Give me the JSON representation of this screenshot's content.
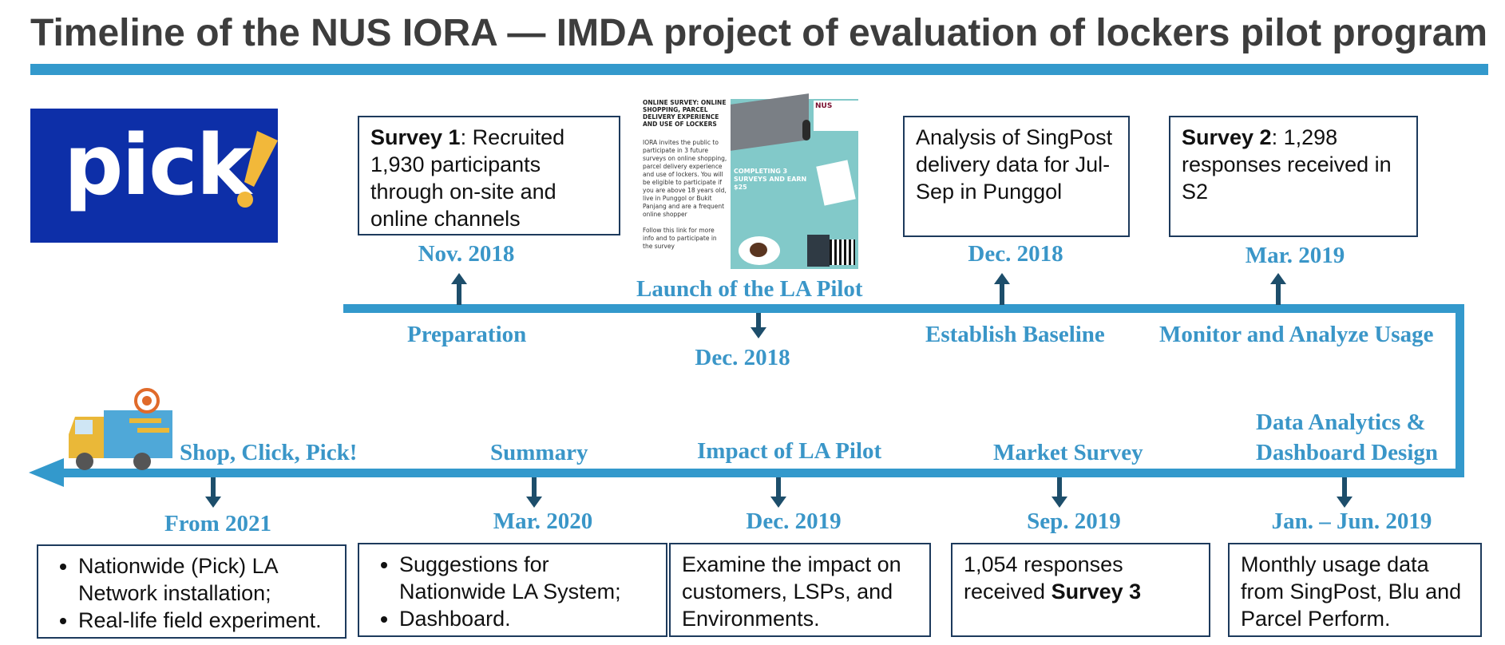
{
  "title": "Timeline of the NUS IORA — IMDA project of evaluation of lockers pilot program",
  "logo": {
    "text": "pick"
  },
  "colors": {
    "accent": "#3399cc",
    "stage_text": "#3a96c8",
    "logo_bg": "#0d2fa8",
    "logo_mark": "#f2b83a",
    "box_border": "#1d3a5c",
    "tick": "#1d4e6b"
  },
  "top_events": [
    {
      "box_bold": "Survey 1",
      "box_text": ": Recruited 1,930 participants through on-site and online channels",
      "date": "Nov. 2018",
      "stage": "Preparation"
    },
    {
      "stage": "Launch of the LA Pilot",
      "date": "Dec. 2018"
    },
    {
      "box_text": "Analysis of SingPost delivery data for Jul-Sep in Punggol",
      "date": "Dec. 2018",
      "stage": "Establish Baseline"
    },
    {
      "box_bold": "Survey 2",
      "box_text": ": 1,298 responses  received in S2",
      "date": "Mar. 2019",
      "stage": "Monitor and Analyze Usage"
    }
  ],
  "poster": {
    "heading": "ONLINE SURVEY: ONLINE SHOPPING, PARCEL DELIVERY EXPERIENCE AND USE OF LOCKERS",
    "body": "IORA invites the public to participate in 3 future surveys on online shopping, parcel delivery experience and use of lockers. You will be eligible to participate if you are above 18 years old, live in Punggol or Bukit Panjang and are a frequent online shopper",
    "footer": "Follow this link for more info and to participate in the survey",
    "badge": "NUS",
    "banner": "COMPLETING 3 SURVEYS AND EARN $25"
  },
  "bottom_events": [
    {
      "stage": "Shop, Click, Pick!",
      "date": "From 2021",
      "bullets": [
        "Nationwide (Pick) LA Network installation;",
        "Real-life field experiment."
      ]
    },
    {
      "stage": "Summary",
      "date": "Mar. 2020",
      "bullets": [
        "Suggestions for Nationwide LA System;",
        "Dashboard."
      ]
    },
    {
      "stage": "Impact of LA Pilot",
      "date": "Dec. 2019",
      "box_text": "Examine the impact on customers, LSPs, and Environments."
    },
    {
      "stage": "Market Survey",
      "date": "Sep. 2019",
      "box_text": "1,054 responses received ",
      "box_bold": "Survey 3"
    },
    {
      "stage_line1": "Data Analytics &",
      "stage_line2": "Dashboard Design",
      "date": "Jan. – Jun. 2019",
      "box_text": "Monthly usage data from SingPost, Blu and Parcel Perform."
    }
  ]
}
